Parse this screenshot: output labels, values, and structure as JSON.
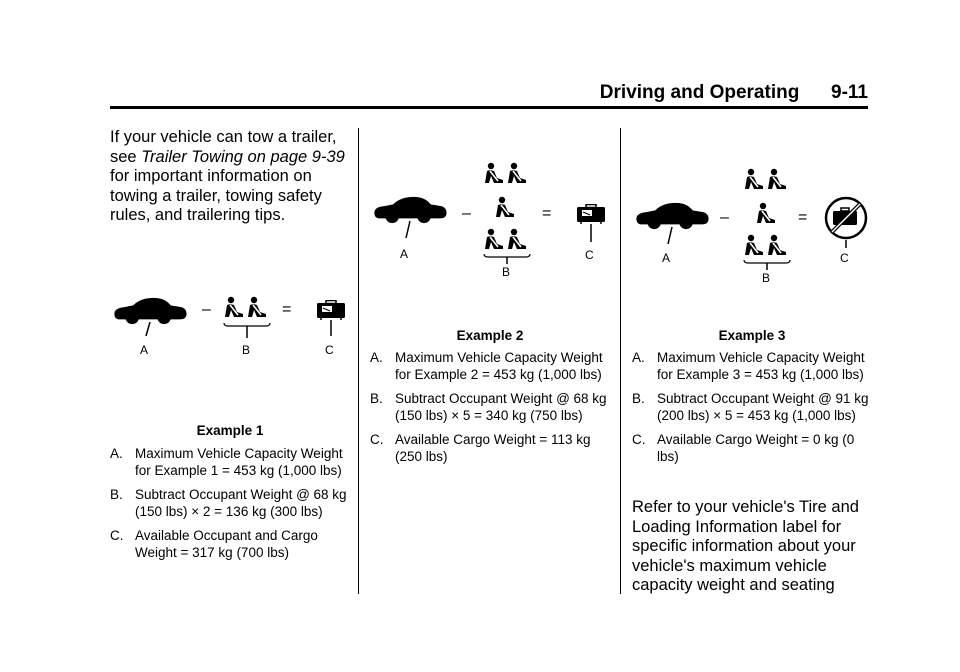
{
  "header": {
    "title": "Driving and Operating",
    "page": "9-11"
  },
  "intro": {
    "before": "If your vehicle can tow a trailer, see ",
    "link": "Trailer Towing on page 9-39",
    "after": " for important information on towing a trailer, towing safety rules, and trailering tips."
  },
  "symbols": {
    "minus": "–",
    "equals": "="
  },
  "examples": [
    {
      "caption": "Example 1",
      "labels": {
        "a": "A",
        "b": "B",
        "c": "C"
      },
      "items": [
        {
          "label": "A.",
          "text": "Maximum Vehicle Capacity Weight for Example 1 = 453 kg (1,000 lbs)"
        },
        {
          "label": "B.",
          "text": "Subtract Occupant Weight @ 68 kg (150 lbs) × 2 = 136 kg (300 lbs)"
        },
        {
          "label": "C.",
          "text": "Available Occupant and Cargo Weight = 317 kg (700 lbs)"
        }
      ]
    },
    {
      "caption": "Example 2",
      "labels": {
        "a": "A",
        "b": "B",
        "c": "C"
      },
      "items": [
        {
          "label": "A.",
          "text": "Maximum Vehicle Capacity Weight for Example 2 = 453 kg (1,000 lbs)"
        },
        {
          "label": "B.",
          "text": "Subtract Occupant Weight @ 68 kg (150 lbs) × 5 = 340 kg (750 lbs)"
        },
        {
          "label": "C.",
          "text": "Available Cargo Weight = 113 kg (250 lbs)"
        }
      ]
    },
    {
      "caption": "Example 3",
      "labels": {
        "a": "A",
        "b": "B",
        "c": "C"
      },
      "items": [
        {
          "label": "A.",
          "text": "Maximum Vehicle Capacity Weight for Example 3 = 453 kg (1,000 lbs)"
        },
        {
          "label": "B.",
          "text": "Subtract Occupant Weight @ 91 kg (200 lbs) × 5 = 453 kg (1,000 lbs)"
        },
        {
          "label": "C.",
          "text": "Available Cargo Weight = 0 kg (0 lbs)"
        }
      ]
    }
  ],
  "refer": "Refer to your vehicle's Tire and Loading Information label for specific information about your vehicle's maximum vehicle capacity weight and seating"
}
